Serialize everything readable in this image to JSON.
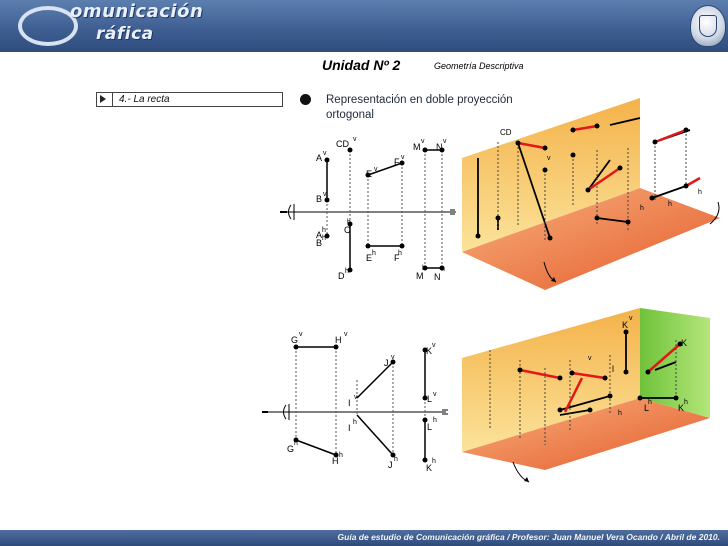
{
  "header": {
    "logo_line1": "omunicación",
    "logo_line2": "ráfica"
  },
  "title": "Unidad Nº 2",
  "subject": "Geometría Descriptiva",
  "topic": "4.- La recta",
  "description": "Representación en doble proyección ortogonal",
  "footer": "Guía de estudio de Comunicación gráfica / Profesor: Juan Manuel Vera Ocando / Abril de 2010.",
  "labels": {
    "cd_v": "CD",
    "v": "v",
    "h": "h",
    "a": "A",
    "b": "B",
    "c": "C",
    "d": "D",
    "e": "E",
    "f": "F",
    "m": "M",
    "n": "N",
    "g": "G",
    "hh": "H",
    "i": "I",
    "j": "J",
    "k": "K",
    "l": "L",
    "cd_3d": "CD",
    "l_small": "l",
    "ab_h": "A",
    "b_h": "B"
  },
  "colors": {
    "red": "#e01818",
    "plane_top": "#f6c66a",
    "plane_bottom": "#e8743a",
    "side_plane": "#8fd14f"
  }
}
